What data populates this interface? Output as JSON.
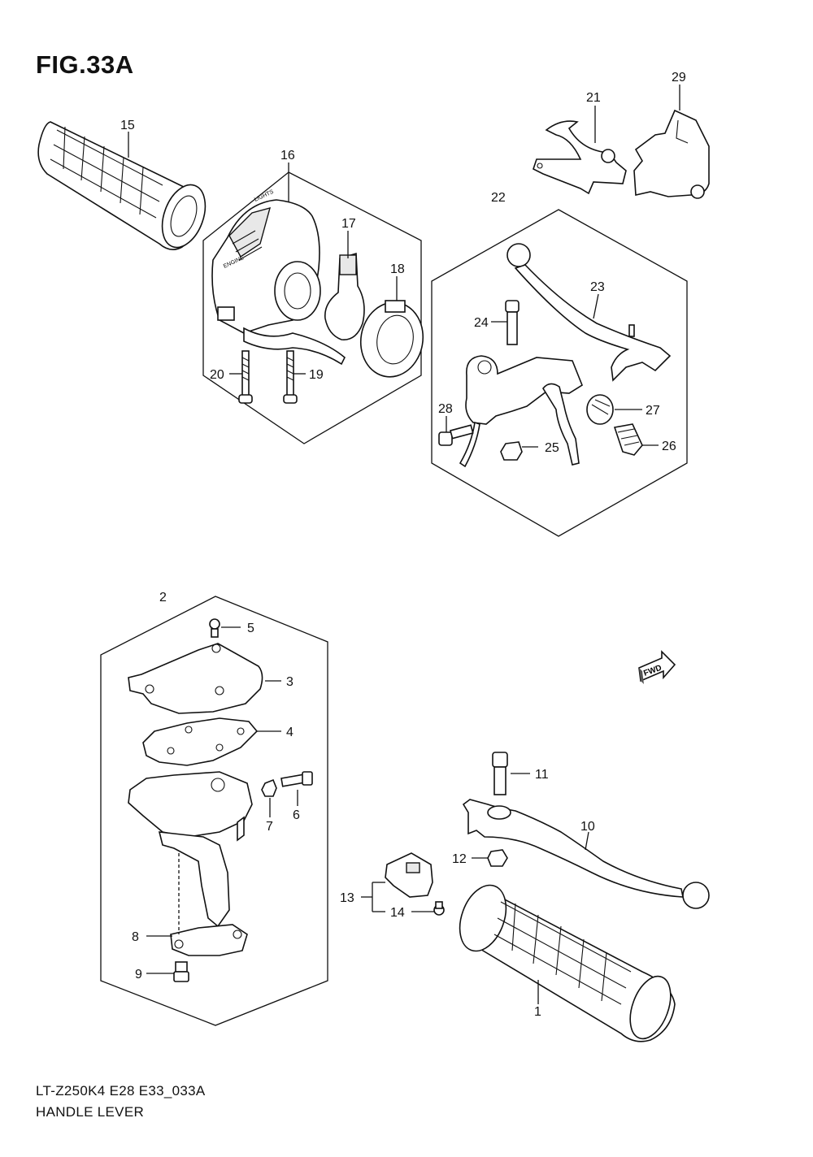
{
  "figure": {
    "title": "FIG.33A",
    "footer_code": "LT-Z250K4 E28 E33_033A",
    "footer_name": "HANDLE LEVER"
  },
  "fwd_badge": {
    "label": "FWD",
    "icon": "fwd-arrow-icon"
  },
  "callouts": [
    "1",
    "2",
    "3",
    "4",
    "5",
    "6",
    "7",
    "8",
    "9",
    "10",
    "11",
    "12",
    "13",
    "14",
    "15",
    "16",
    "17",
    "18",
    "19",
    "20",
    "21",
    "22",
    "23",
    "24",
    "25",
    "26",
    "27",
    "28",
    "29"
  ]
}
